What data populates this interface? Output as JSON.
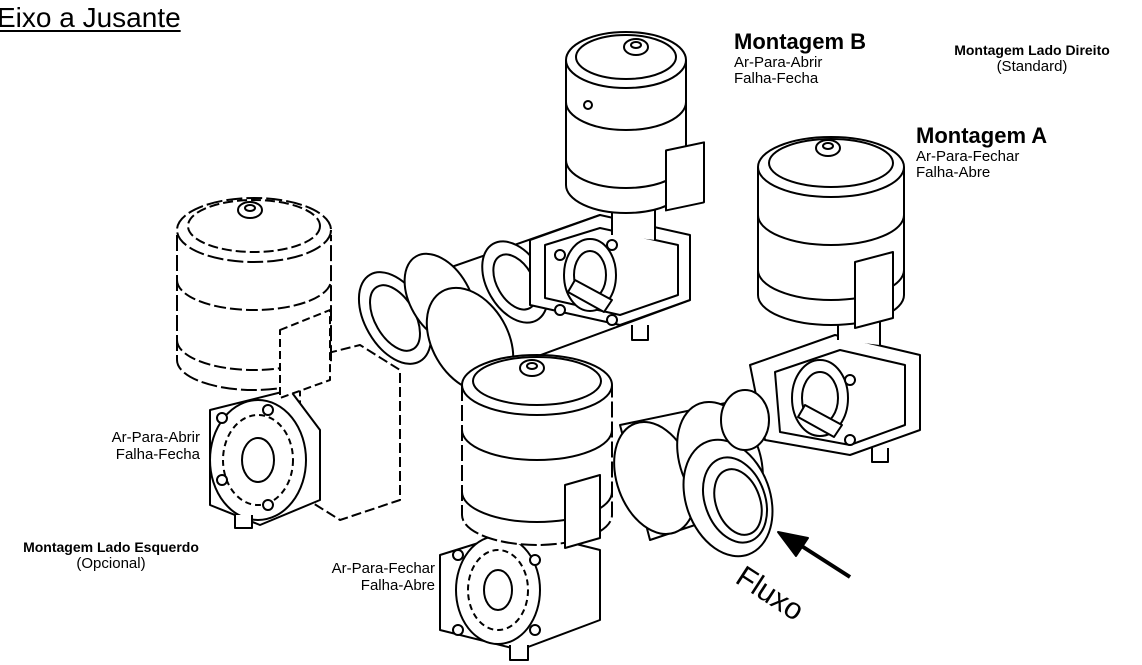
{
  "title": "Eixo a Jusante",
  "mount_b": {
    "name": "Montagem B",
    "line1": "Ar-Para-Abrir",
    "line2": "Falha-Fecha"
  },
  "mount_a": {
    "name": "Montagem A",
    "line1": "Ar-Para-Fechar",
    "line2": "Falha-Abre"
  },
  "right_side": {
    "name": "Montagem Lado Direito",
    "note": "(Standard)"
  },
  "left_side": {
    "name": "Montagem Lado Esquerdo",
    "note": "(Opcional)"
  },
  "left_valve": {
    "line1": "Ar-Para-Abrir",
    "line2": "Falha-Fecha"
  },
  "front_valve": {
    "line1": "Ar-Para-Fechar",
    "line2": "Falha-Abre"
  },
  "flow_label": "Fluxo"
}
